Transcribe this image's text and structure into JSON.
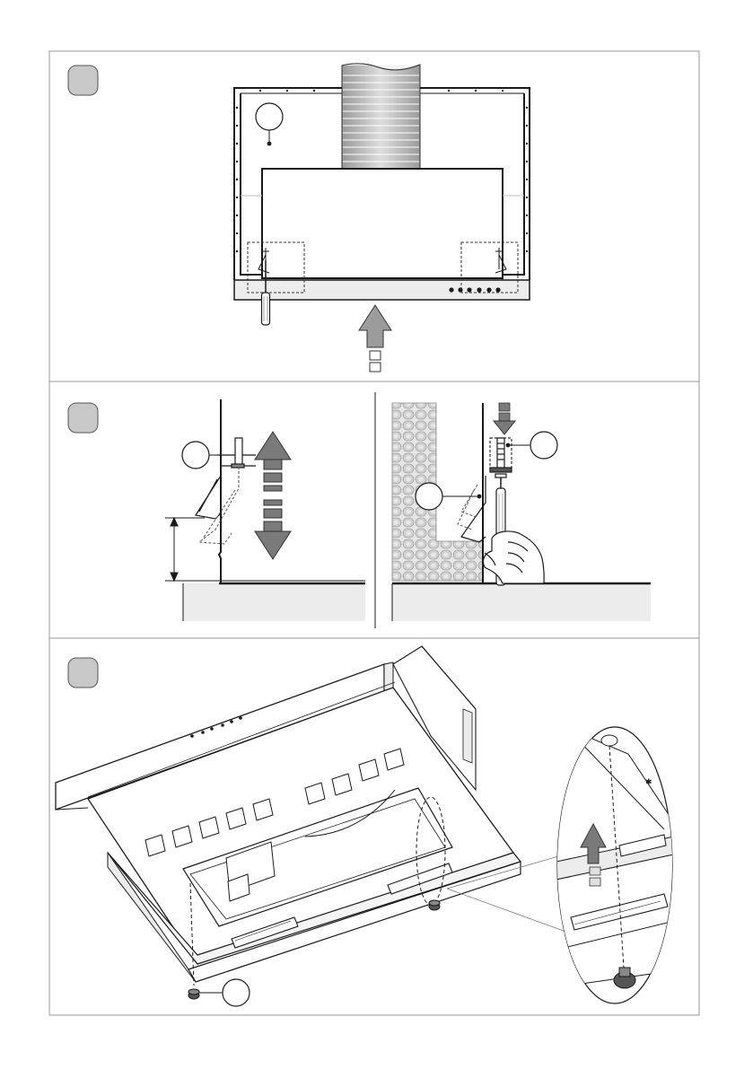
{
  "panels": [
    {
      "id": "panel-1",
      "step_badge": ""
    },
    {
      "id": "panel-2",
      "step_badge": ""
    },
    {
      "id": "panel-3",
      "step_badge": ""
    }
  ],
  "callouts": [
    {
      "id": "callout-cabinet",
      "label": ""
    },
    {
      "id": "callout-bracket-left",
      "label": ""
    },
    {
      "id": "callout-bracket-screw",
      "label": ""
    },
    {
      "id": "callout-wall-bracket",
      "label": ""
    },
    {
      "id": "callout-foot",
      "label": ""
    }
  ],
  "colors": {
    "line": "#1a1a1a",
    "badge_fill": "#c8c8c8",
    "arrow_dark": "#6e6e6e",
    "arrow_light": "#9c9c9c",
    "surface": "#ececec",
    "tile_fill": "#d4d4d4"
  },
  "icons": [
    "screwdriver-icon",
    "up-arrow-icon",
    "down-arrow-icon",
    "hand-icon",
    "screw-icon",
    "foot-icon"
  ]
}
